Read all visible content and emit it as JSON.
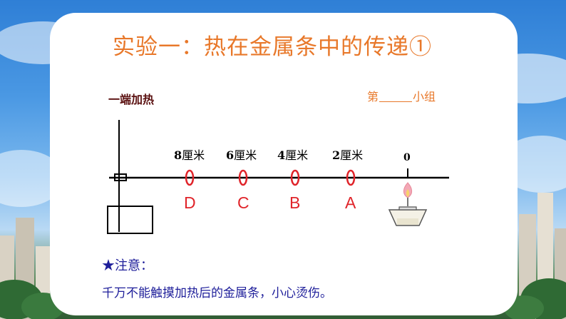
{
  "slide": {
    "title": "实验一：热在金属条中的传递①",
    "subtitle": "一端加热",
    "group_prefix": "第",
    "group_suffix": "小组"
  },
  "diagram": {
    "distances": [
      {
        "num": "8",
        "unit": "厘米"
      },
      {
        "num": "6",
        "unit": "厘米"
      },
      {
        "num": "4",
        "unit": "厘米"
      },
      {
        "num": "2",
        "unit": "厘米"
      }
    ],
    "points": [
      "D",
      "C",
      "B",
      "A"
    ],
    "origin_label": "0",
    "colors": {
      "rod": "#000000",
      "wax": "#e0242a",
      "accent": "#e8782a"
    }
  },
  "note": {
    "title": "★注意：",
    "text": "千万不能触摸加热后的金属条，小心烫伤。"
  }
}
